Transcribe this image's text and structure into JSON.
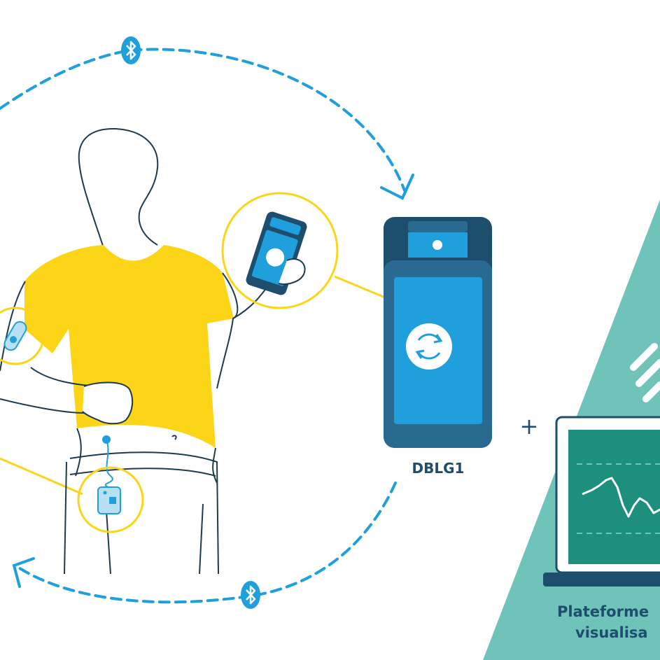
{
  "device": {
    "name": "DBLG1"
  },
  "plus_sign": "+",
  "platform": {
    "label_line1": "Plateforme",
    "label_line2": "visualisa"
  },
  "icons": {
    "bluetooth_top": "bluetooth-icon",
    "bluetooth_bottom": "bluetooth-icon",
    "sync": "sync-icon"
  },
  "colors": {
    "primary_blue": "#1f9fdc",
    "dark_navy": "#1d4e6e",
    "shirt_yellow": "#fcd418",
    "platform_teal": "#6fc3b9",
    "screen_green": "#1d8f7d",
    "outline": "#1e3a4f"
  }
}
